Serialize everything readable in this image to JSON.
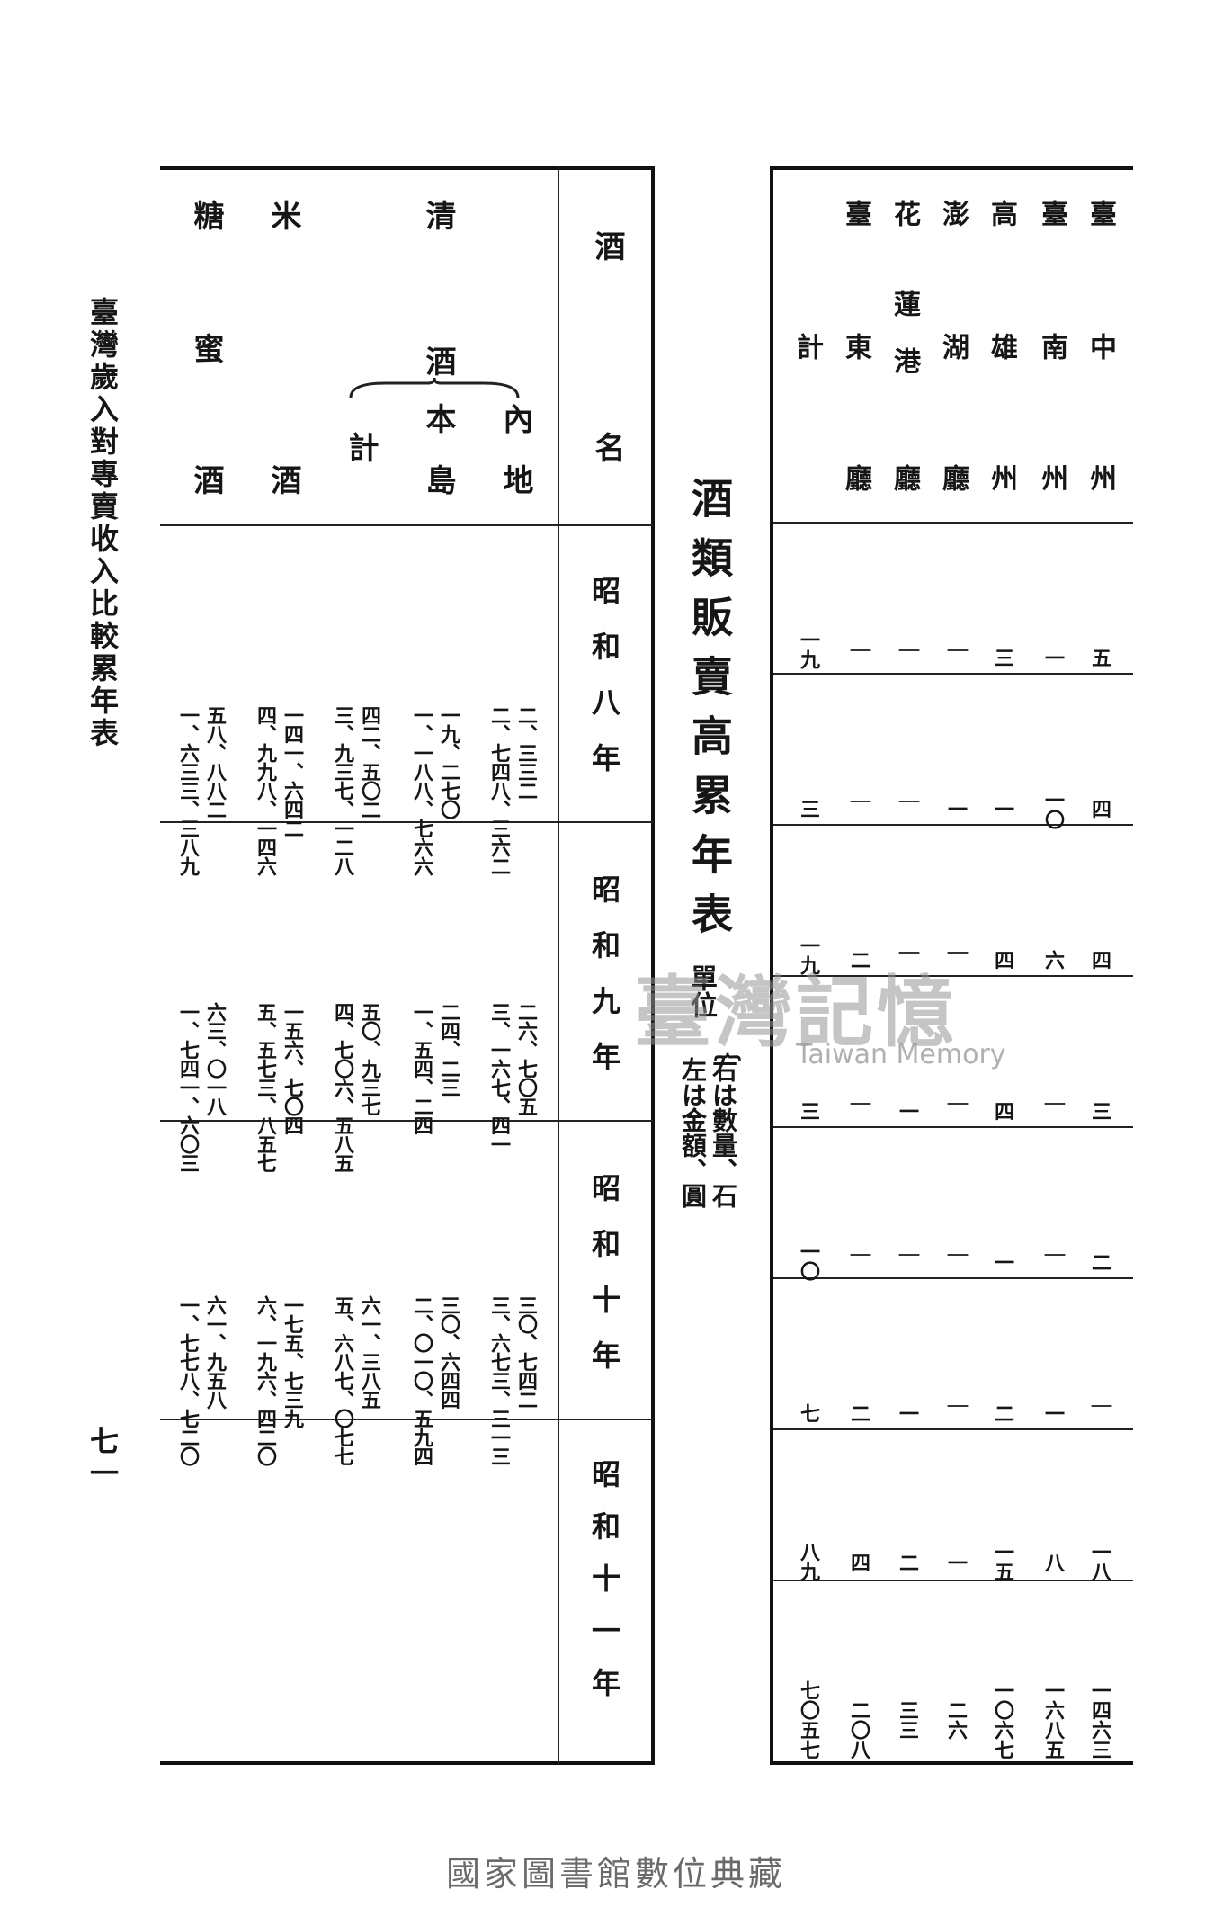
{
  "side_title": "臺灣歲入對專賣收入比較累年表",
  "page_number": "七一",
  "left_table": {
    "header_label": [
      "酒",
      "名"
    ],
    "rows": [
      {
        "label": "內地",
        "top": "內",
        "bottom": "地"
      },
      {
        "label": "本島",
        "top": "本",
        "bottom": "島"
      },
      {
        "label": "計",
        "top": "",
        "bottom": "計"
      },
      {
        "label": "米酒",
        "top": "米",
        "bottom": "酒"
      },
      {
        "label": "糖蜜酒",
        "top": "糖",
        "mid": "蜜",
        "bottom": "酒"
      }
    ],
    "group_label": "清酒",
    "group_top": "清",
    "group_bracket_label": "酒",
    "years": [
      "昭和八年",
      "昭和九年",
      "昭和十年",
      "昭和十一年"
    ],
    "values": [
      {
        "year": "昭和八年",
        "cells": [
          [
            "二、三三二",
            "二、七四八、三六二"
          ],
          [
            "一九、二七〇",
            "一、一八八、七六六"
          ],
          [
            "四二、五〇二",
            "三、九三七、一二八"
          ],
          [
            "一四一、六四二",
            "四、九九八、一四六"
          ],
          [
            "五八、八八二",
            "一、六三三、三八九"
          ]
        ]
      },
      {
        "year": "昭和九年",
        "cells": [
          [
            "二六、七〇五",
            "三、一六七、四一"
          ],
          [
            "二四、二三",
            "一、五四、二四"
          ],
          [
            "五〇、九三七",
            "四、七〇六、五八五"
          ],
          [
            "一五六、七〇四",
            "五、五七三、八五七"
          ],
          [
            "六三、〇一八",
            "一、七四一、六〇三"
          ]
        ]
      },
      {
        "year": "昭和十年",
        "cells": [
          [
            "三〇、七四二",
            "三、六七三、三一三"
          ],
          [
            "三〇、六四四",
            "二、〇一〇、五九四"
          ],
          [
            "六一、三八五",
            "五、六八七、〇七七"
          ],
          [
            "一七五、七三九",
            "六、一九六、四二〇"
          ],
          [
            "六一、九五八",
            "一、七七八、七二〇"
          ]
        ]
      },
      {
        "year": "昭和十一年",
        "cells": [
          [
            "",
            ""
          ],
          [
            "",
            ""
          ],
          [
            "",
            ""
          ],
          [
            "",
            ""
          ],
          [
            "",
            ""
          ]
        ]
      }
    ]
  },
  "center": {
    "title": "酒類販賣高累年表",
    "unit_label": "單位",
    "unit_right": "右は數量、石",
    "unit_left": "左は金額、圓"
  },
  "right_table": {
    "regions": [
      {
        "label": "臺中州",
        "parts": [
          "臺",
          "中",
          "州"
        ]
      },
      {
        "label": "臺南州",
        "parts": [
          "臺",
          "南",
          "州"
        ]
      },
      {
        "label": "高雄州",
        "parts": [
          "高",
          "雄",
          "州"
        ]
      },
      {
        "label": "澎湖廳",
        "parts": [
          "澎",
          "湖",
          "廳"
        ]
      },
      {
        "label": "花蓮港廳",
        "parts": [
          "花",
          "蓮港",
          "廳"
        ]
      },
      {
        "label": "臺東廳",
        "parts": [
          "臺",
          "東",
          "廳"
        ]
      },
      {
        "label": "計",
        "parts": [
          "",
          "計",
          ""
        ]
      }
    ],
    "rows": [
      [
        "五",
        "一",
        "三",
        "｜",
        "｜",
        "｜",
        "一九"
      ],
      [
        "四",
        "一〇",
        "一",
        "一",
        "｜",
        "｜",
        "三"
      ],
      [
        "四",
        "六",
        "四",
        "｜",
        "｜",
        "二",
        "一九"
      ],
      [
        "三",
        "｜",
        "四",
        "｜",
        "一",
        "｜",
        "三"
      ],
      [
        "二",
        "｜",
        "一",
        "｜",
        "｜",
        "｜",
        "一〇"
      ],
      [
        "｜",
        "一",
        "二",
        "｜",
        "一",
        "二",
        "七"
      ],
      [
        "一八",
        "八",
        "一五",
        "一",
        "二",
        "四",
        "八九"
      ],
      [
        "一四六三",
        "一六八五",
        "一〇六七",
        "二六",
        "三三",
        "二〇八",
        "七〇五七"
      ]
    ]
  },
  "watermark": {
    "mark": "臺灣記憶",
    "sub": "Taiwan Memory"
  },
  "footer": "國家圖書館數位典藏"
}
